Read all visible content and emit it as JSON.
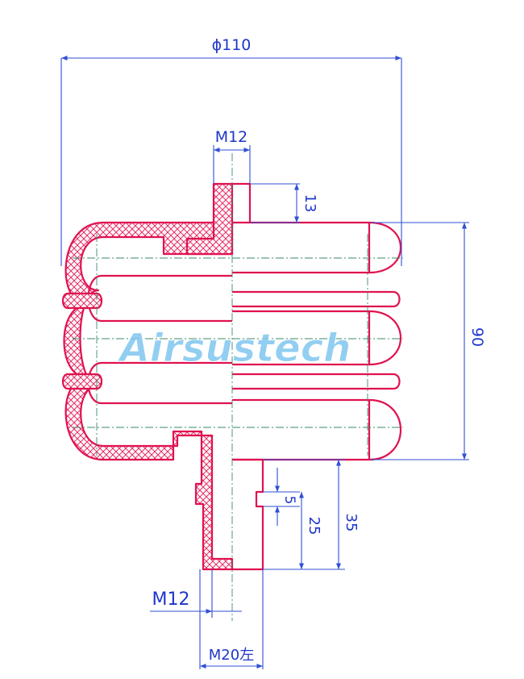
{
  "dimensions": {
    "outer_diameter": "ϕ110",
    "top_thread": "M12",
    "top_stud_height": "13",
    "body_height": "90",
    "bottom_step": "5",
    "bottom_thread_length": "25",
    "bottom_total": "35",
    "bottom_side_thread": "M12",
    "bottom_thread": "M20左"
  },
  "watermark": "Airsustech",
  "colors": {
    "outline": "#e0124f",
    "hatch": "#e0124f",
    "dimension": "#1f36c9",
    "watermark": "#7fc6ee"
  }
}
